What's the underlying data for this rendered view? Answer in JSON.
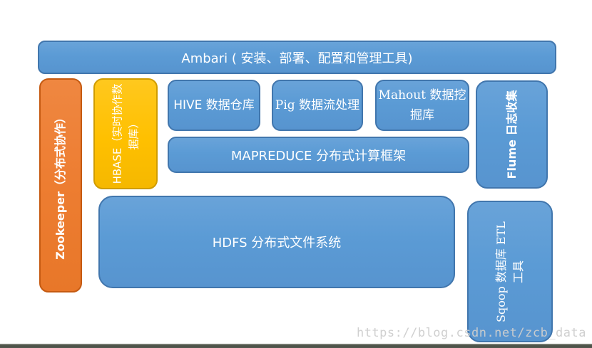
{
  "palette": {
    "blue": "#5B9BD5",
    "blue_border": "#41719C",
    "orange": "#ED7D31",
    "orange_border": "#C55A11",
    "yellow": "#FFC000",
    "yellow_border": "#BF9000",
    "label_text": "#FFFFFF",
    "watermark_gray": "#CDCDCD"
  },
  "diagram": {
    "ambari": "Ambari ( 安装、部署、配置和管理工具)",
    "zookeeper": "Zookeeper（分布式协作）",
    "hbase": "HBASE（实时协作数据库）",
    "hive": "HIVE 数据仓库",
    "pig": "Pig 数据流处理",
    "mahout": "Mahout 数据挖掘库",
    "mapreduce": "MAPREDUCE  分布式计算框架",
    "hdfs": "HDFS 分布式文件系统",
    "flume": "Flume 日志收集",
    "sqoop": "Sqoop 数据库 ETL 工具"
  },
  "watermark": "https://blog.csdn.net/zcb_data"
}
